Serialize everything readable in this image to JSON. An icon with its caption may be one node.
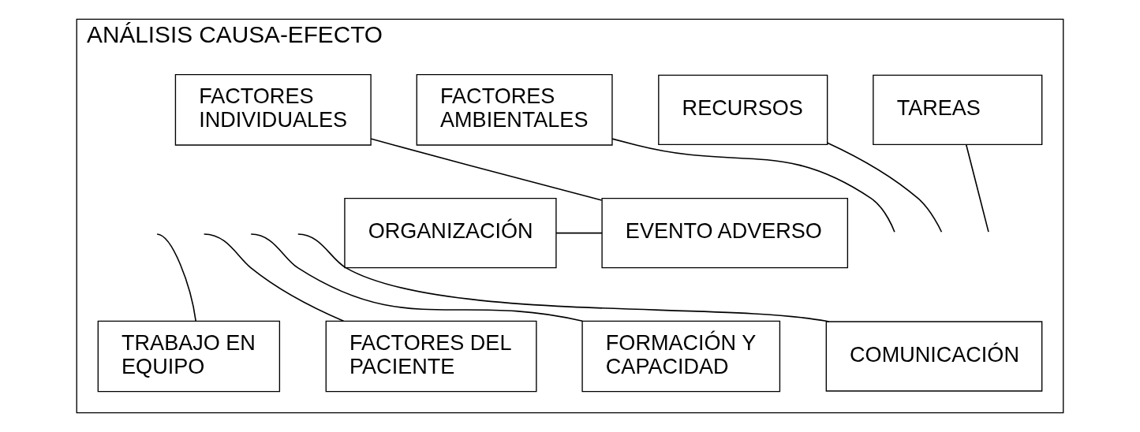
{
  "diagram": {
    "nodes": [
      {
        "text": [
          "ANÁLISIS CAUSA-EFECTO"
        ]
      },
      {
        "text": [
          "TAREAS"
        ],
        "in": 0
      },
      {
        "text": [
          "RECURSOS"
        ],
        "in": 0
      },
      {
        "text": [
          "FACTORES AMBIENTALES"
        ],
        "in": 0
      },
      {
        "text": [
          "FACTORES INDIVIDUALES"
        ],
        "in": 0
      },
      {
        "text": [
          "ORGANIZACIÓN"
        ],
        "in": 0
      },
      {
        "text": [
          "EVENTO ADVERSO"
        ],
        "in": 0
      },
      {
        "text": [
          "COMUNICACIÓN"
        ],
        "in": 0
      },
      {
        "text": [
          "FORMACIÓN Y CAPACIDAD"
        ],
        "in": 0
      },
      {
        "text": [
          "FACTORES DEL PACIENTE"
        ],
        "in": 0
      },
      {
        "text": [
          "TRABAJO EN EQUIPO"
        ],
        "in": 0
      }
    ],
    "edges": [
      {
        "from": 5,
        "to": 6,
        "arrow": "none"
      },
      {
        "from": 1,
        "to": null,
        "arrow": "none"
      },
      {
        "from": 2,
        "to": null,
        "arrow": "none"
      },
      {
        "from": 3,
        "to": null,
        "arrow": "none"
      },
      {
        "from": 4,
        "to": 6,
        "arrow": "none"
      },
      {
        "from": 7,
        "to": null,
        "arrow": "none"
      },
      {
        "from": 8,
        "to": null,
        "arrow": "none"
      },
      {
        "from": 9,
        "to": null,
        "arrow": "none"
      },
      {
        "from": 10,
        "to": null,
        "arrow": "none"
      }
    ]
  }
}
